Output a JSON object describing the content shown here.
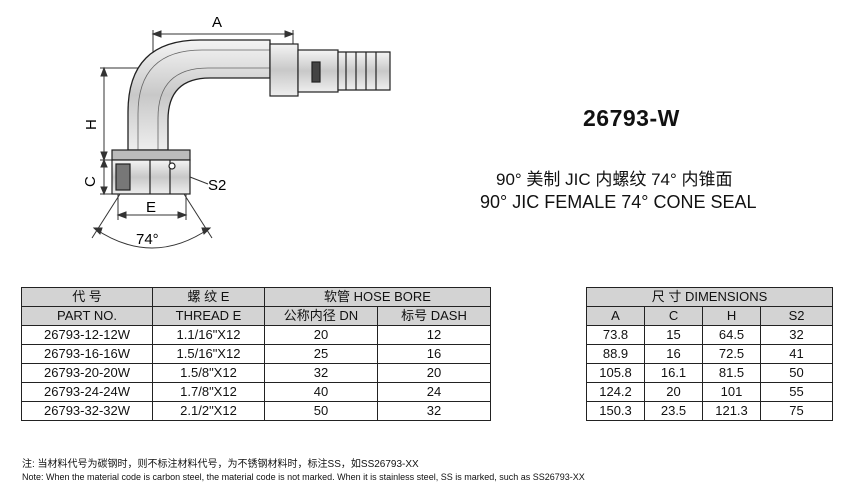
{
  "drawing": {
    "dim_a": "A",
    "dim_h": "H",
    "dim_c": "C",
    "dim_e": "E",
    "dim_s2": "S2",
    "angle": "74°"
  },
  "part_number": "26793-W",
  "description_cn": "90° 美制 JIC 内螺纹 74° 内锥面",
  "description_en": "90° JIC FEMALE 74° CONE SEAL",
  "table": {
    "headers": {
      "part_cn": "代 号",
      "part_en": "PART NO.",
      "thread_cn": "螺 纹 E",
      "thread_en": "THREAD E",
      "hose_bore": "软管  HOSE BORE",
      "dn": "公称内径 DN",
      "dash": "标号 DASH",
      "dimensions": "尺 寸  DIMENSIONS",
      "a": "A",
      "c": "C",
      "h": "H",
      "s2": "S2"
    },
    "rows": [
      {
        "part": "26793-12-12W",
        "thread": "1.1/16\"X12",
        "dn": "20",
        "dash": "12",
        "a": "73.8",
        "c": "15",
        "h": "64.5",
        "s2": "32"
      },
      {
        "part": "26793-16-16W",
        "thread": "1.5/16\"X12",
        "dn": "25",
        "dash": "16",
        "a": "88.9",
        "c": "16",
        "h": "72.5",
        "s2": "41"
      },
      {
        "part": "26793-20-20W",
        "thread": "1.5/8\"X12",
        "dn": "32",
        "dash": "20",
        "a": "105.8",
        "c": "16.1",
        "h": "81.5",
        "s2": "50"
      },
      {
        "part": "26793-24-24W",
        "thread": "1.7/8\"X12",
        "dn": "40",
        "dash": "24",
        "a": "124.2",
        "c": "20",
        "h": "101",
        "s2": "55"
      },
      {
        "part": "26793-32-32W",
        "thread": "2.1/2\"X12",
        "dn": "50",
        "dash": "32",
        "a": "150.3",
        "c": "23.5",
        "h": "121.3",
        "s2": "75"
      }
    ]
  },
  "notes": {
    "cn": "注: 当材料代号为碳钢时，则不标注材料代号，为不锈钢材料时，标注SS，如SS26793-XX",
    "en": "Note: When the material code is carbon steel, the material code is not marked. When it is stainless steel, SS is marked, such as SS26793-XX"
  }
}
